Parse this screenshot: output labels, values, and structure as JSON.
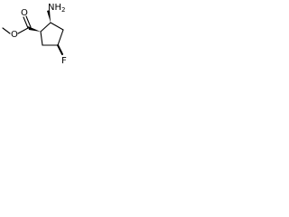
{
  "molecule": {
    "atoms": {
      "amino": "NH2",
      "amino_n": "N",
      "amino_h": "H",
      "amino_sub": "2",
      "fluoro": "F",
      "carbonyl_oxygen": "O",
      "ester_oxygen": "O"
    },
    "colors": {
      "bond": "#000000",
      "text": "#000000",
      "background": "#ffffff"
    }
  }
}
